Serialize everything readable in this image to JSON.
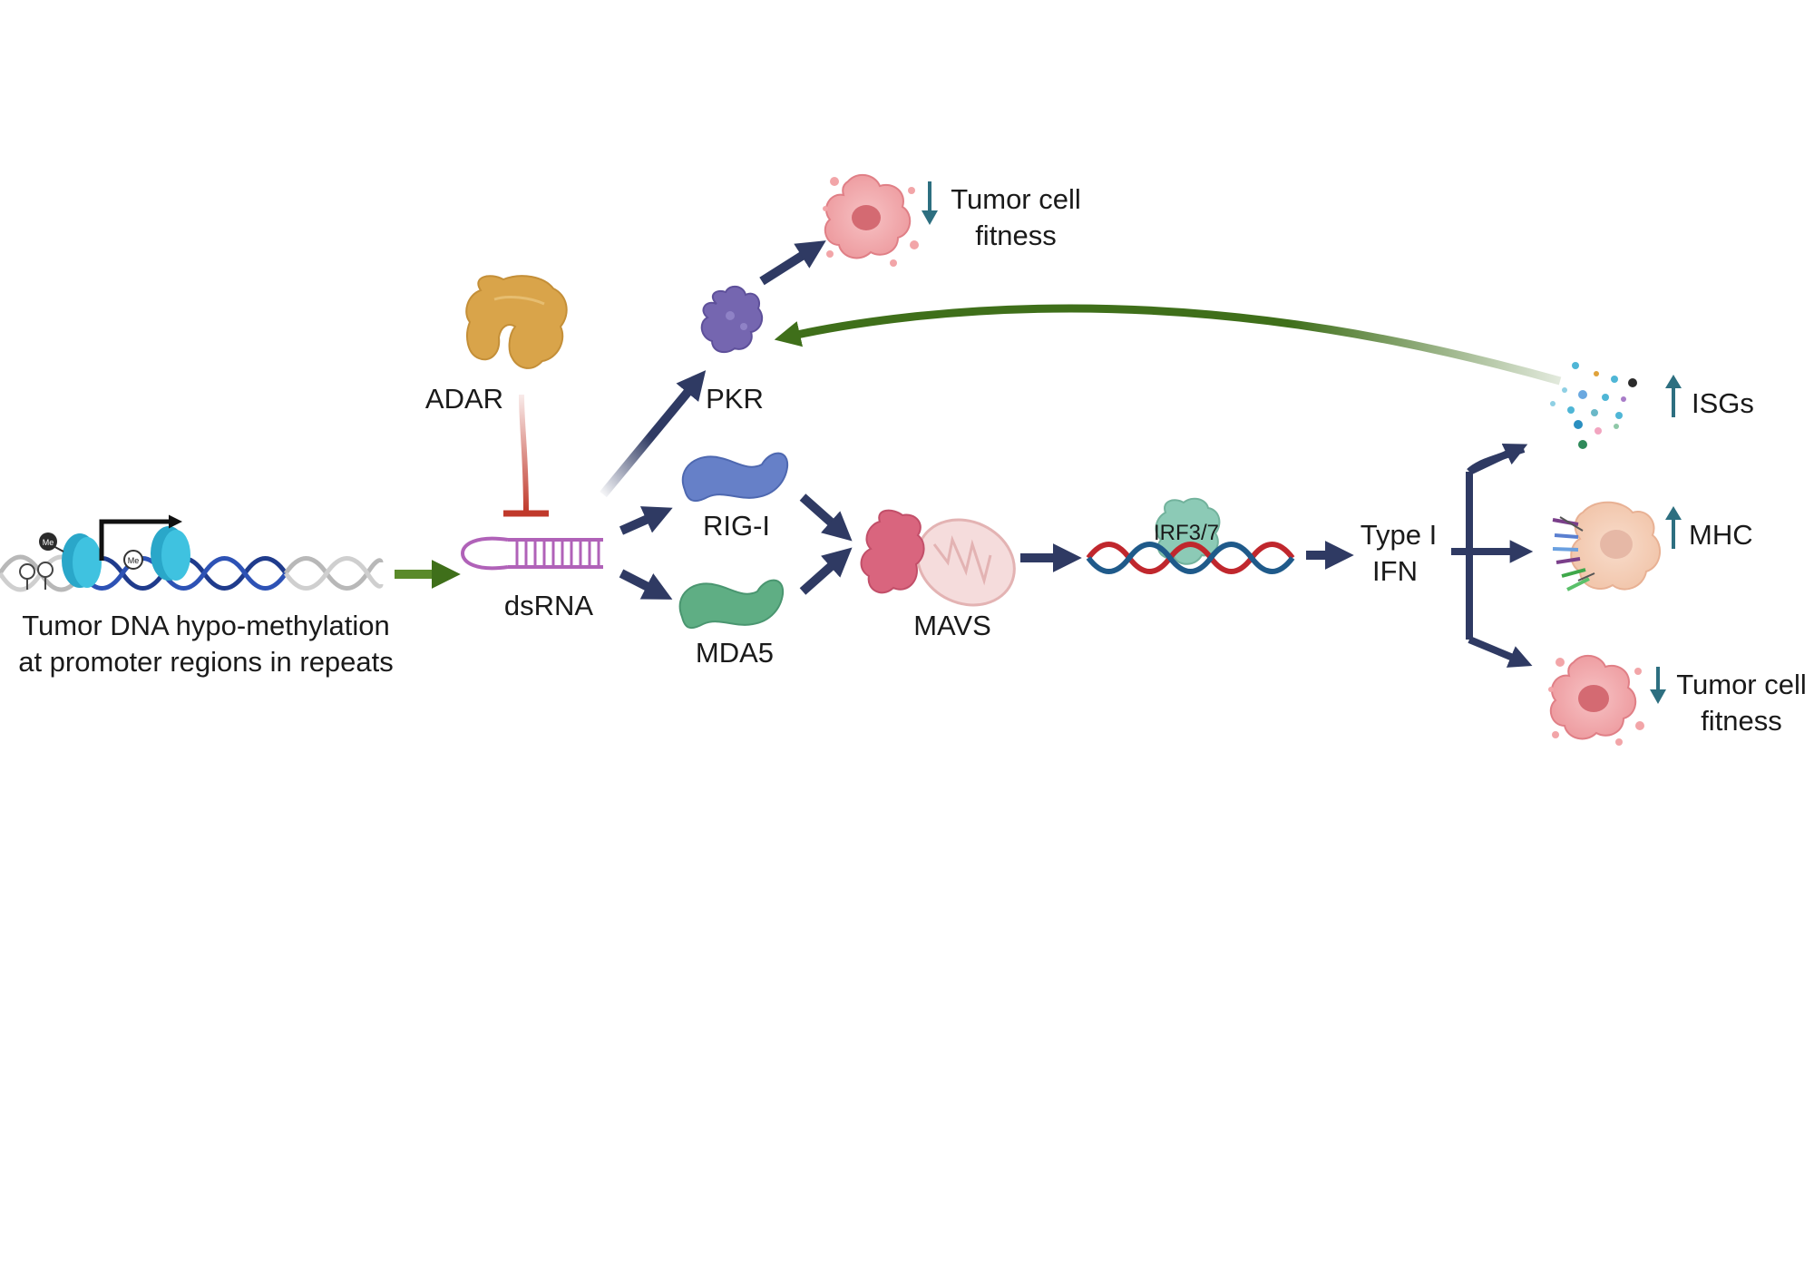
{
  "diagram": {
    "dna_caption": [
      "Tumor DNA hypo-methylation",
      "at promoter regions in repeats"
    ],
    "me_tag": "Me",
    "dsrna": "dsRNA",
    "adar": "ADAR",
    "pkr": "PKR",
    "rig_i": "RIG-I",
    "mda5": "MDA5",
    "mavs": "MAVS",
    "irf": "IRF3/7",
    "ifn": [
      "Type I",
      "IFN"
    ],
    "top_outcome": [
      "Tumor cell",
      "fitness"
    ],
    "isgs": "ISGs",
    "mhc": "MHC",
    "bottom_outcome": [
      "Tumor cell",
      "fitness"
    ]
  },
  "colors": {
    "navy_arrow": "#2f3a63",
    "green_arrow": "#3f6f1a",
    "inhibit_red": "#c0392b",
    "dsrna_purple": "#b062b8",
    "adar_gold": "#d9a44a",
    "pkr_purple": "#7566b0",
    "rigi_blue": "#6680c8",
    "mda5_green": "#5fae84",
    "mavs_pink": "#d9657e",
    "irf_teal": "#8ccab6",
    "tumor_pink": "#f2a5a8",
    "teal_updown": "#2d6f80"
  },
  "icons": [
    "dna-helix-icon",
    "nucleosome-icon",
    "dsrna-hairpin-icon",
    "adar-protein-icon",
    "pkr-protein-icon",
    "rigi-protein-icon",
    "mda5-protein-icon",
    "mavs-protein-icon",
    "mitochondrion-icon",
    "irf-protein-icon",
    "tumor-cell-icon",
    "isg-dots-icon",
    "mhc-cell-icon",
    "up-arrow-icon",
    "down-arrow-icon"
  ]
}
